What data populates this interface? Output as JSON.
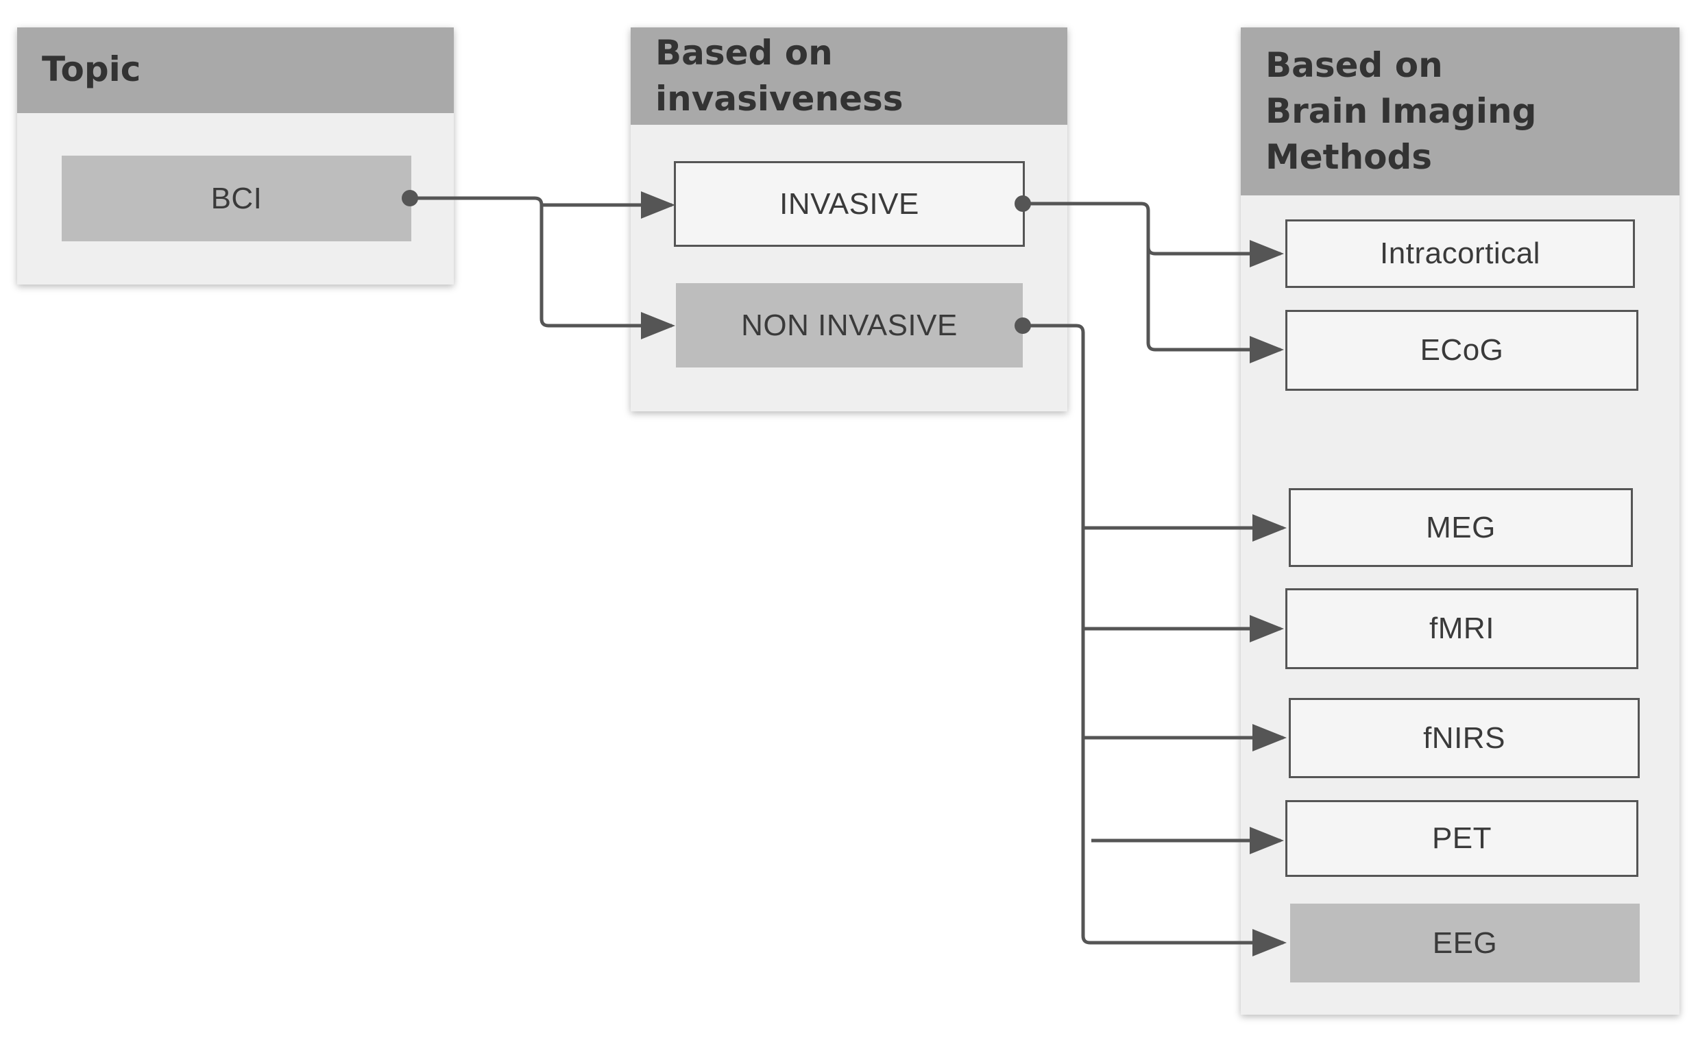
{
  "panels": {
    "topic": {
      "title": "Topic"
    },
    "invasiveness": {
      "title": "Based on\ninvasiveness"
    },
    "imaging": {
      "title": "Based on\nBrain Imaging\nMethods"
    }
  },
  "nodes": {
    "bci": "BCI",
    "invasive": "INVASIVE",
    "non_invasive": "NON INVASIVE",
    "intracortical": "Intracortical",
    "ecog": "ECoG",
    "meg": "MEG",
    "fmri": "fMRI",
    "fnirs": "fNIRS",
    "pet": "PET",
    "eeg": "EEG"
  },
  "colors": {
    "header": "#a9a9a9",
    "panel": "#efefef",
    "dark_node": "#bdbdbd",
    "connector": "#555555"
  }
}
